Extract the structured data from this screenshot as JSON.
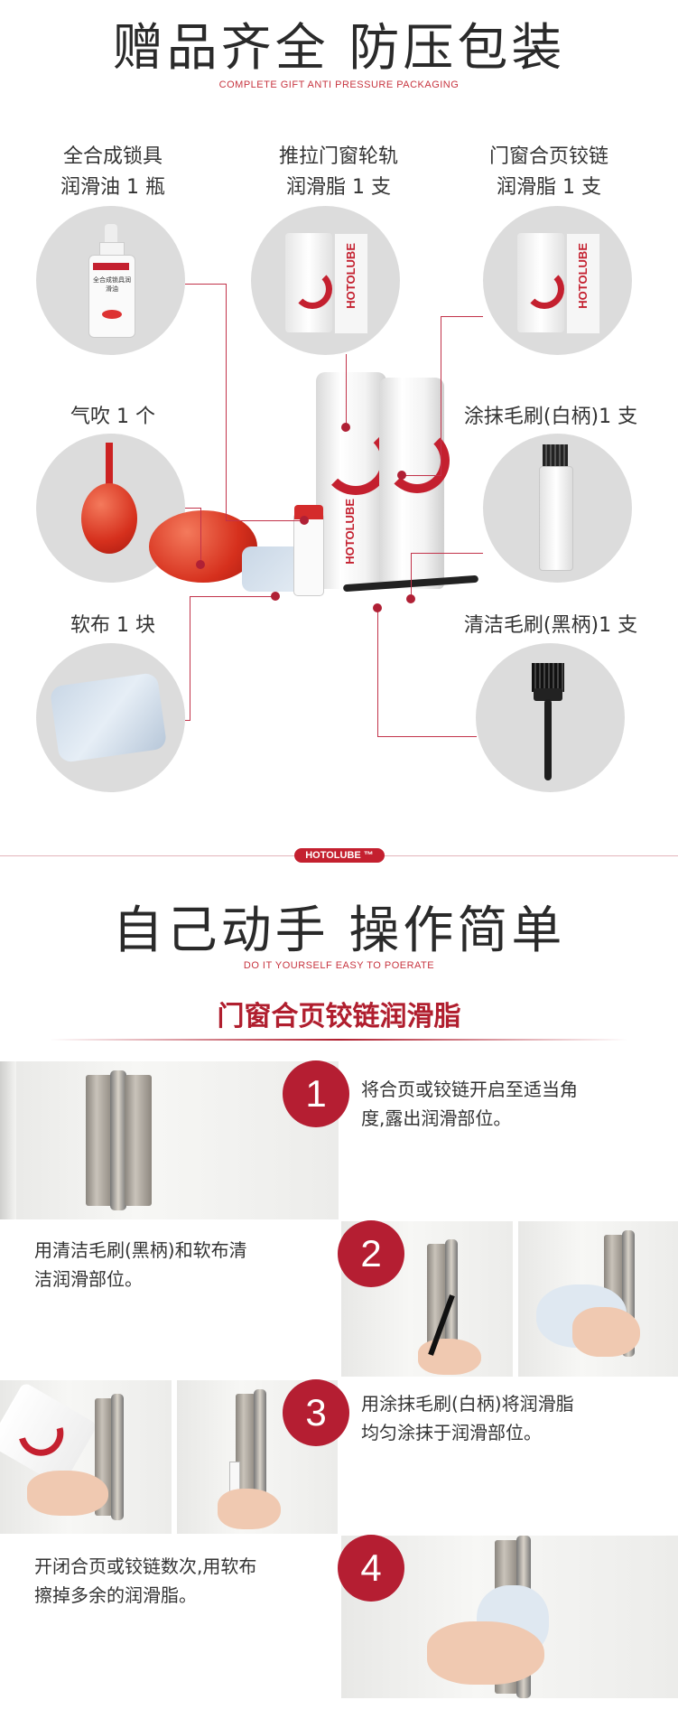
{
  "section1": {
    "title": "赠品齐全 防压包装",
    "subtitle": "COMPLETE GIFT  ANTI PRESSURE PACKAGING"
  },
  "items": {
    "lock_oil": {
      "line1": "全合成锁具",
      "line2": "润滑油 1 瓶",
      "bottle_text": "全合成锁具润滑油"
    },
    "track_grease": {
      "line1": "推拉门窗轮轨",
      "line2": "润滑脂 1 支"
    },
    "hinge_grease": {
      "line1": "门窗合页铰链",
      "line2": "润滑脂 1 支"
    },
    "air_blower": {
      "line1": "气吹 1 个"
    },
    "white_brush": {
      "line1": "涂抹毛刷(白柄)1 支"
    },
    "soft_cloth": {
      "line1": "软布 1 块"
    },
    "black_brush": {
      "line1": "清洁毛刷(黑柄)1 支"
    }
  },
  "brand": {
    "logo": "HOTOLUBE",
    "pill": "HOTOLUBE ™"
  },
  "section2": {
    "title": "自己动手 操作简单",
    "subtitle": "DO IT YOURSELF  EASY TO POERATE",
    "product_title": "门窗合页铰链润滑脂"
  },
  "steps": [
    {
      "number": "1",
      "line1": "将合页或铰链开启至适当角",
      "line2": "度,露出润滑部位。"
    },
    {
      "number": "2",
      "line1": "用清洁毛刷(黑柄)和软布清",
      "line2": "洁润滑部位。"
    },
    {
      "number": "3",
      "line1": "用涂抹毛刷(白柄)将润滑脂",
      "line2": "均匀涂抹于润滑部位。"
    },
    {
      "number": "4",
      "line1": "开闭合页或铰链数次,用软布",
      "line2": "擦掉多余的润滑脂。"
    }
  ],
  "colors": {
    "accent": "#b51e32",
    "circle_bg": "#dcdcdc"
  }
}
